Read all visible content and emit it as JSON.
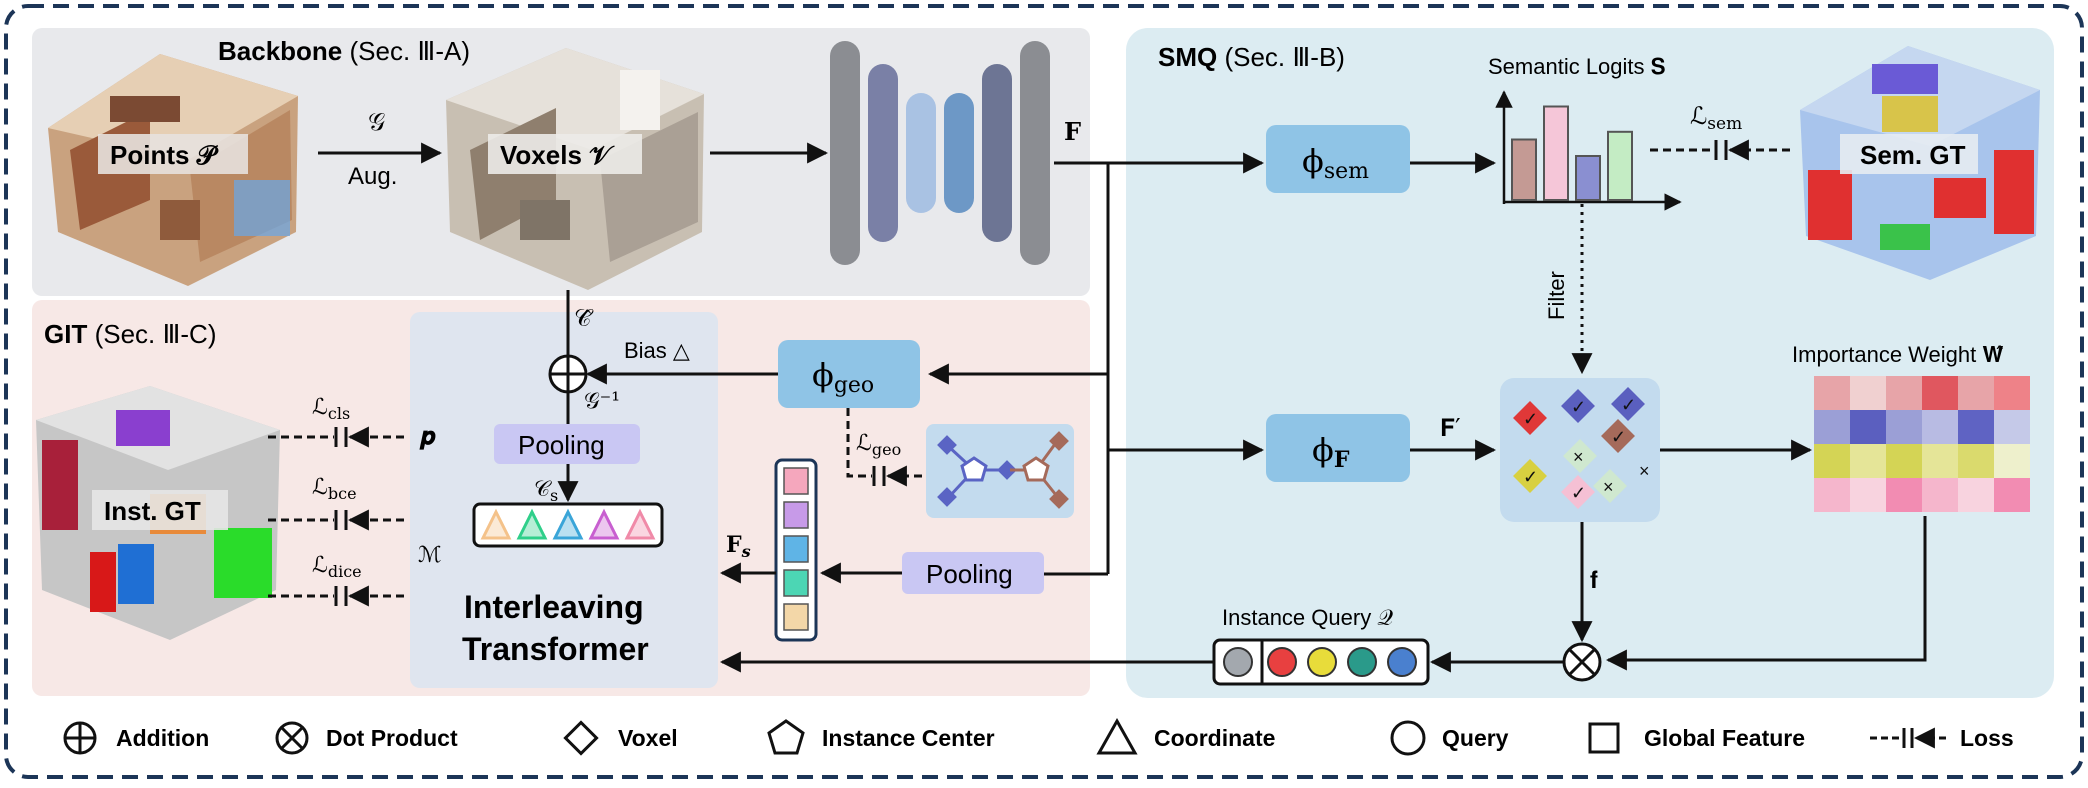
{
  "panels": {
    "backbone": {
      "bold": "Backbone",
      "rest": " (Sec. Ⅲ-A)"
    },
    "smq": {
      "bold": "SMQ",
      "rest": " (Sec. Ⅲ-B)"
    },
    "git": {
      "bold": "GIT",
      "rest": " (Sec. Ⅲ-C)"
    }
  },
  "labels": {
    "points": "Points 𝒫",
    "voxels": "Voxels 𝒱",
    "transform_g": "𝒢",
    "aug": "Aug.",
    "feature_F": "F",
    "phi_sem": "ϕ",
    "phi_sem_sub": "sem",
    "phi_F": "ϕ",
    "phi_F_sub": "F",
    "phi_geo": "ϕ",
    "phi_geo_sub": "geo",
    "semantic_logits": "Semantic Logits 𝐒",
    "sem_gt": "Sem. GT",
    "loss_sem": "ℒ",
    "loss_sem_sub": "sem",
    "filter": "Filter",
    "F_prime": "𝐅′",
    "importance_weight": "Importance Weight 𝐖̂",
    "f_small": "𝐟",
    "instance_query": "Instance Query 𝒬",
    "c_hat": "𝒞̂",
    "bias": "Bias △",
    "g_inv": "𝒢⁻¹",
    "pooling_top": "Pooling",
    "c_s": "𝒞",
    "c_s_sub": "s",
    "loss_geo": "ℒ",
    "loss_geo_sub": "geo",
    "pooling_bottom": "Pooling",
    "F_s": "𝐅",
    "F_s_sub": "s",
    "inst_gt": "Inst. GT",
    "loss_cls": "ℒ",
    "loss_cls_sub": "cls",
    "loss_bce": "ℒ",
    "loss_bce_sub": "bce",
    "loss_dice": "ℒ",
    "loss_dice_sub": "dice",
    "p": "𝒑",
    "M": "ℳ",
    "transformer_line1": "Interleaving",
    "transformer_line2": "Transformer"
  },
  "legend": [
    {
      "icon": "addition",
      "label": "Addition"
    },
    {
      "icon": "dot-product",
      "label": "Dot Product"
    },
    {
      "icon": "voxel",
      "label": "Voxel"
    },
    {
      "icon": "instance-center",
      "label": "Instance Center"
    },
    {
      "icon": "coordinate",
      "label": "Coordinate"
    },
    {
      "icon": "query",
      "label": "Query"
    },
    {
      "icon": "global-feature",
      "label": "Global Feature"
    },
    {
      "icon": "loss",
      "label": "Loss"
    }
  ],
  "colors": {
    "backbone_bg": "#e8e9ec",
    "smq_bg": "#dcecf2",
    "git_bg": "#f7e8e6",
    "transformer_bg": "#dfe5ef",
    "phi_box": "#8fc4e6",
    "pooling_box": "#c9c7f3",
    "border": "#1c3557"
  },
  "unet_colors": [
    "#8b8d92",
    "#7a80a6",
    "#a9c2e3",
    "#6d98c6",
    "#6d7594",
    "#8b8d92"
  ],
  "logit_bars": [
    {
      "color": "#c49a94",
      "value": 0.55
    },
    {
      "color": "#f5c6d8",
      "value": 0.85
    },
    {
      "color": "#8a8fd1",
      "value": 0.4
    },
    {
      "color": "#c4ecc4",
      "value": 0.62
    }
  ],
  "weight_grid_colors": [
    [
      "#e7a4a8",
      "#f0d0d0",
      "#e7a4a8",
      "#e0575f",
      "#e7a4a8",
      "#ee8288"
    ],
    [
      "#9b9fd6",
      "#5b5fbf",
      "#9b9fd6",
      "#b8bbe3",
      "#5f63c3",
      "#c5c9e8"
    ],
    [
      "#d4d455",
      "#e5e598",
      "#d4d455",
      "#e5e598",
      "#dada6d",
      "#eef0cc"
    ],
    [
      "#f5b6cc",
      "#f8d3df",
      "#f28cb2",
      "#f5b6cc",
      "#f8d3df",
      "#f28cb2"
    ]
  ],
  "coord_triangles": [
    "#f4c28a",
    "#2fcf8a",
    "#3aa5d8",
    "#c85fd0",
    "#f08aa8"
  ],
  "feature_cells": [
    "#f5a7bd",
    "#c79ae8",
    "#5fb4e6",
    "#4cd6b4",
    "#f3d7a8"
  ],
  "query_circles": [
    "#a3a8ae",
    "#e84040",
    "#e8dc3a",
    "#2a9a8a",
    "#4a80cf"
  ]
}
